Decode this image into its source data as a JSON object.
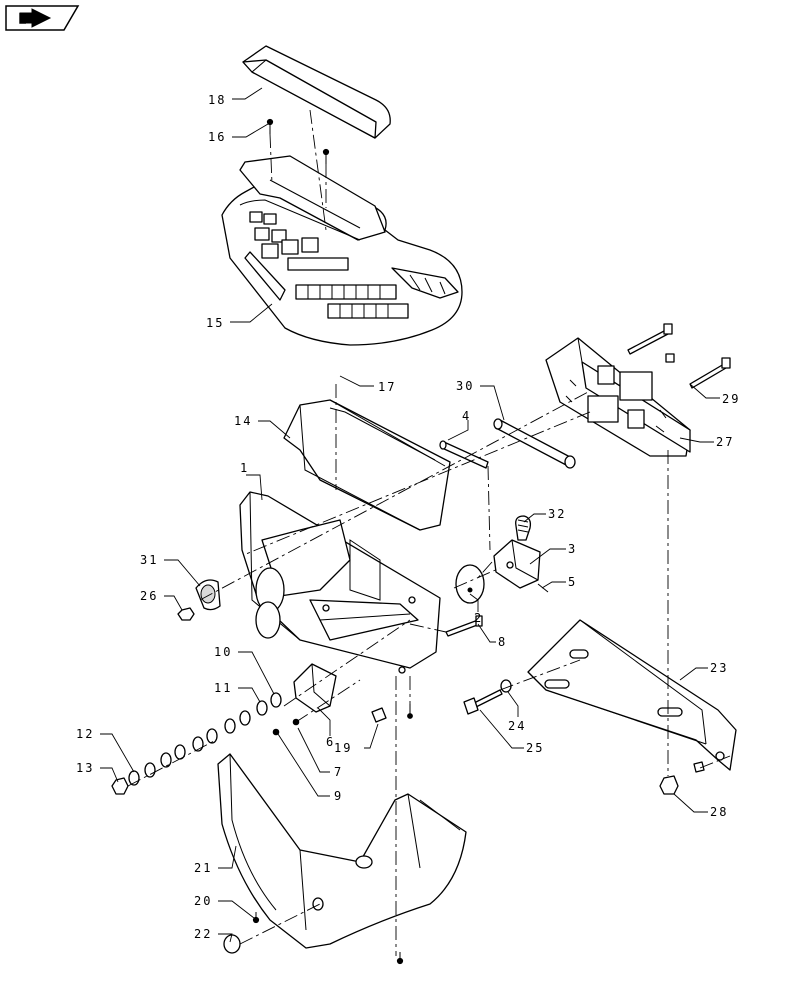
{
  "nav_icon": "next-page-arrow-icon",
  "labels": [
    {
      "id": "18",
      "text": "18"
    },
    {
      "id": "16",
      "text": "16"
    },
    {
      "id": "15",
      "text": "15"
    },
    {
      "id": "17",
      "text": "17"
    },
    {
      "id": "14",
      "text": "14"
    },
    {
      "id": "4",
      "text": "4"
    },
    {
      "id": "30",
      "text": "30"
    },
    {
      "id": "29",
      "text": "29"
    },
    {
      "id": "27",
      "text": "27"
    },
    {
      "id": "1",
      "text": "1"
    },
    {
      "id": "32",
      "text": "32"
    },
    {
      "id": "3",
      "text": "3"
    },
    {
      "id": "5",
      "text": "5"
    },
    {
      "id": "31",
      "text": "31"
    },
    {
      "id": "26",
      "text": "26"
    },
    {
      "id": "2",
      "text": "2"
    },
    {
      "id": "8",
      "text": "8"
    },
    {
      "id": "10",
      "text": "10"
    },
    {
      "id": "11",
      "text": "11"
    },
    {
      "id": "6",
      "text": "6"
    },
    {
      "id": "23",
      "text": "23"
    },
    {
      "id": "12",
      "text": "12"
    },
    {
      "id": "19",
      "text": "19"
    },
    {
      "id": "7",
      "text": "7"
    },
    {
      "id": "24",
      "text": "24"
    },
    {
      "id": "25",
      "text": "25"
    },
    {
      "id": "13",
      "text": "13"
    },
    {
      "id": "9",
      "text": "9"
    },
    {
      "id": "28",
      "text": "28"
    },
    {
      "id": "21",
      "text": "21"
    },
    {
      "id": "20",
      "text": "20"
    },
    {
      "id": "22",
      "text": "22"
    }
  ]
}
